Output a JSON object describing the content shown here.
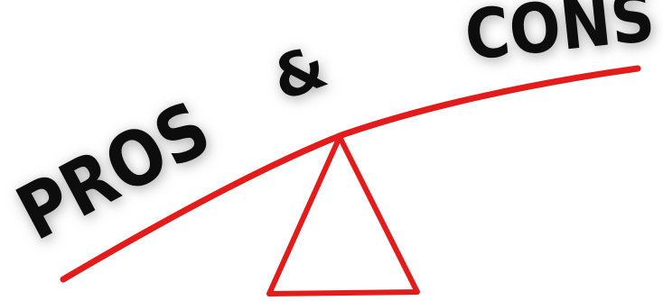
{
  "illustration": {
    "words": {
      "left": "PROS",
      "connector": "&",
      "right": "CONS"
    },
    "colors": {
      "background": "#ffffff",
      "beam": "#e21b1b",
      "fulcrum": "#e21b1b",
      "lettering": "#0b0b0b",
      "shadow": "#8a8a8a"
    },
    "icons": {
      "beam": "seesaw-beam",
      "fulcrum": "triangle-fulcrum"
    }
  }
}
